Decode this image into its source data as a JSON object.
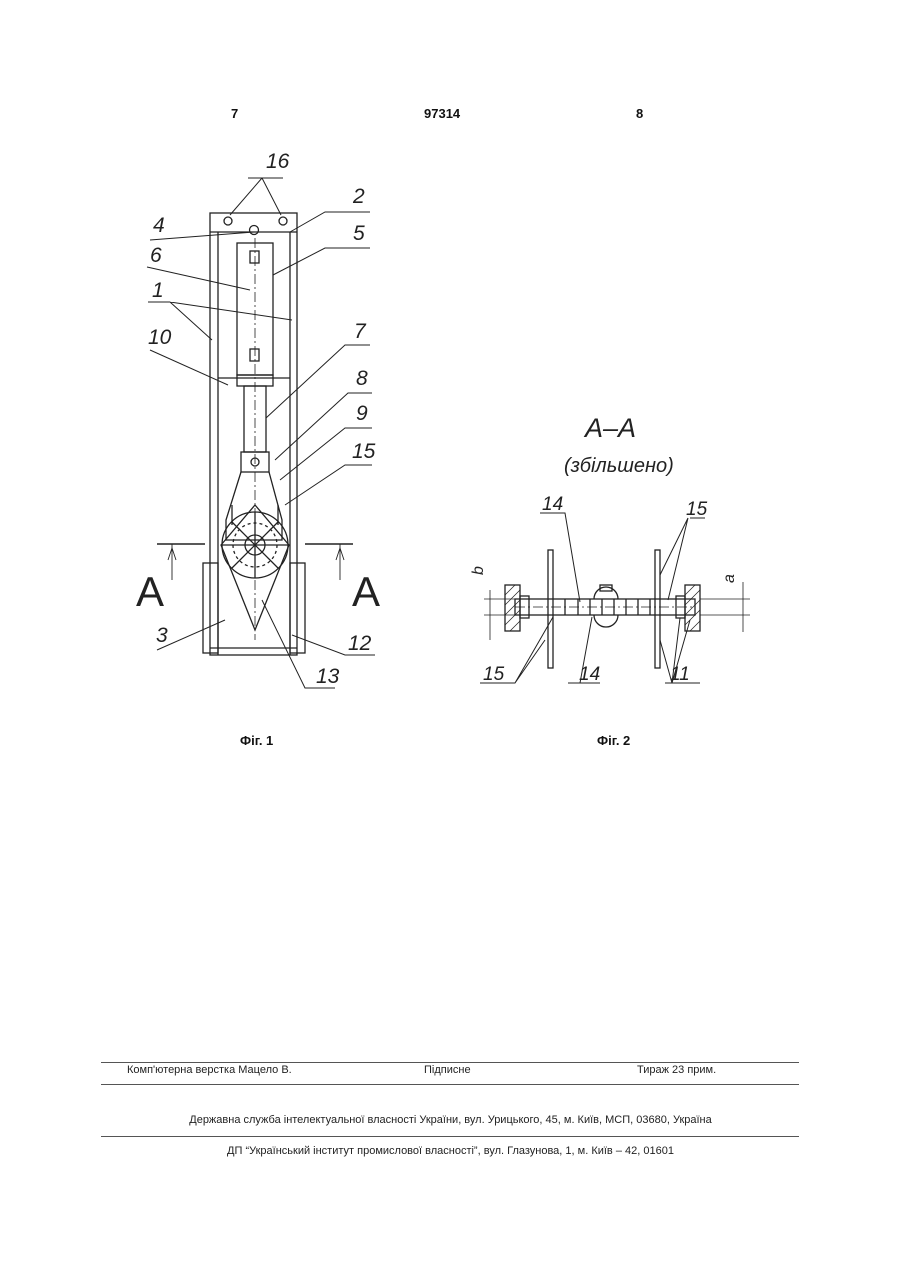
{
  "header": {
    "left_page": "7",
    "patent_number": "97314",
    "right_page": "8"
  },
  "figure1": {
    "caption": "Фіг. 1",
    "labels": [
      "16",
      "2",
      "4",
      "5",
      "6",
      "1",
      "10",
      "7",
      "8",
      "9",
      "15",
      "3",
      "12",
      "13"
    ],
    "section_marks": [
      "А",
      "А"
    ]
  },
  "figure2": {
    "title": "А–А",
    "subtitle": "(збільшено)",
    "caption": "Фіг. 2",
    "labels": [
      "14",
      "15",
      "15",
      "14",
      "11"
    ],
    "dim_labels": [
      "b",
      "a"
    ]
  },
  "footer": {
    "typesetting": "Комп'ютерна верстка Мацело В.",
    "signed": "Підписне",
    "circulation": "Тираж 23 прим.",
    "agency": "Державна служба інтелектуальної власності України, вул. Урицького, 45, м. Київ, МСП, 03680, Україна",
    "institute": "ДП “Український інститут промислової власності”, вул. Глазунова, 1, м. Київ – 42, 01601"
  }
}
